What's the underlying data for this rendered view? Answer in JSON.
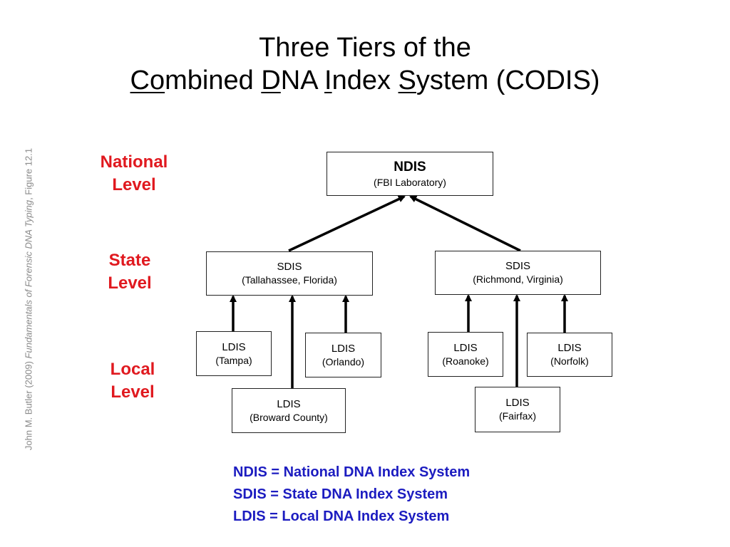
{
  "title": {
    "line1": "Three Tiers of the",
    "line2": {
      "p1u": "Co",
      "p1": "mbined ",
      "p2u": "D",
      "p2": "NA ",
      "p3u": "I",
      "p3": "ndex ",
      "p4u": "S",
      "p4": "ystem (CODIS)"
    }
  },
  "credit": {
    "author": "John M. Butler (2009) ",
    "book": "Fundamentals of Forensic DNA Typing",
    "figure": ", Figure 12.1"
  },
  "levels": {
    "national": [
      "National",
      "Level"
    ],
    "state": [
      "State",
      "Level"
    ],
    "local": [
      "Local",
      "Level"
    ]
  },
  "nodes": {
    "ndis": {
      "name": "NDIS",
      "location": "(FBI Laboratory)"
    },
    "sdis_fl": {
      "name": "SDIS",
      "location": "(Tallahassee, Florida)"
    },
    "sdis_va": {
      "name": "SDIS",
      "location": "(Richmond, Virginia)"
    },
    "ldis_tampa": {
      "name": "LDIS",
      "location": "(Tampa)"
    },
    "ldis_orlando": {
      "name": "LDIS",
      "location": "(Orlando)"
    },
    "ldis_broward": {
      "name": "LDIS",
      "location": "(Broward County)"
    },
    "ldis_roanoke": {
      "name": "LDIS",
      "location": "(Roanoke)"
    },
    "ldis_norfolk": {
      "name": "LDIS",
      "location": "(Norfolk)"
    },
    "ldis_fairfax": {
      "name": "LDIS",
      "location": "(Fairfax)"
    }
  },
  "legend": [
    "NDIS = National DNA Index System",
    "SDIS = State DNA Index System",
    "LDIS = Local DNA Index System"
  ],
  "colors": {
    "level_text": "#e0191f",
    "legend_text": "#1c1cc0",
    "credit_text": "#8a8a8a"
  }
}
